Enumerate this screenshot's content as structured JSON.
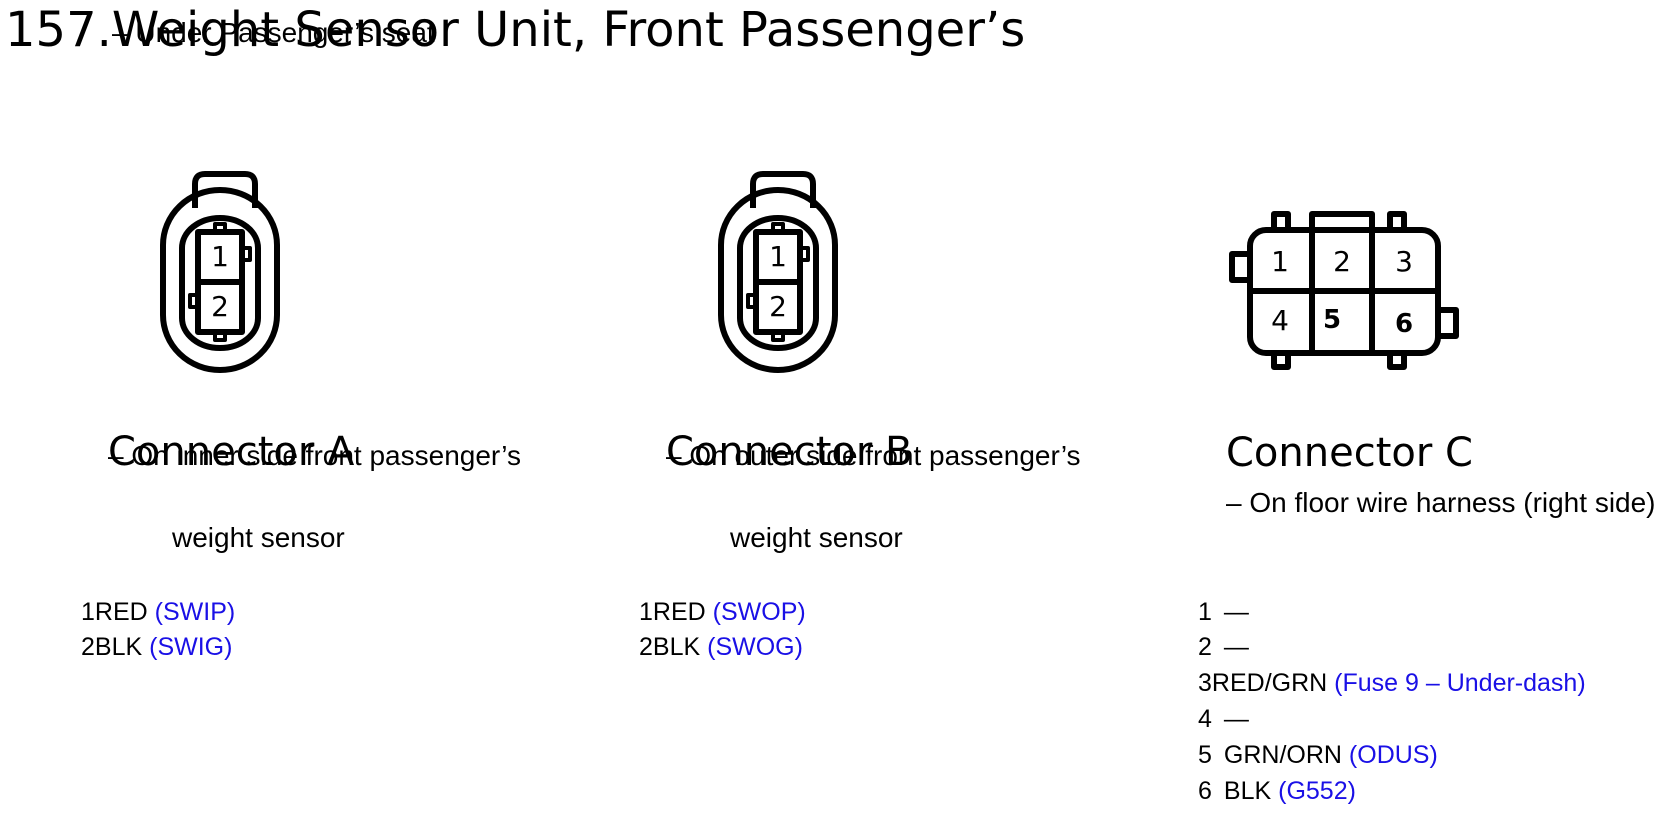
{
  "page": {
    "title": "157.Weight Sensor Unit, Front Passenger’s",
    "subtitle": "– Under Passenger’s seat"
  },
  "connectors": [
    {
      "title": "Connector A",
      "location_line1": "– On inner side front passenger’s",
      "location_line2": "weight sensor",
      "diagram_pins": [
        "1",
        "2"
      ],
      "pins": [
        {
          "num": "1",
          "wire": "RED",
          "code": "(SWIP)"
        },
        {
          "num": "2",
          "wire": "BLK",
          "code": "(SWIG)"
        }
      ]
    },
    {
      "title": "Connector B",
      "location_line1": "– On outer side front passenger’s",
      "location_line2": "weight sensor",
      "diagram_pins": [
        "1",
        "2"
      ],
      "pins": [
        {
          "num": "1",
          "wire": "RED",
          "code": "(SWOP)"
        },
        {
          "num": "2",
          "wire": "BLK",
          "code": "(SWOG)"
        }
      ]
    },
    {
      "title": "Connector C",
      "location_line1": "– On floor wire harness (right side)",
      "diagram_pins": [
        "1",
        "2",
        "3",
        "4",
        "5",
        "6"
      ],
      "pins": [
        {
          "num": "1",
          "wire": "—",
          "code": ""
        },
        {
          "num": "2",
          "wire": "—",
          "code": ""
        },
        {
          "num": "3",
          "wire": "RED/GRN",
          "code": "(Fuse 9 – Under-dash)"
        },
        {
          "num": "4",
          "wire": "—",
          "code": ""
        },
        {
          "num": "5",
          "wire": "GRN/ORN",
          "code": "(ODUS)"
        },
        {
          "num": "6",
          "wire": "BLK",
          "code": "(G552)"
        }
      ]
    }
  ],
  "colors": {
    "code_text": "#1a10e6",
    "line": "#000000"
  }
}
